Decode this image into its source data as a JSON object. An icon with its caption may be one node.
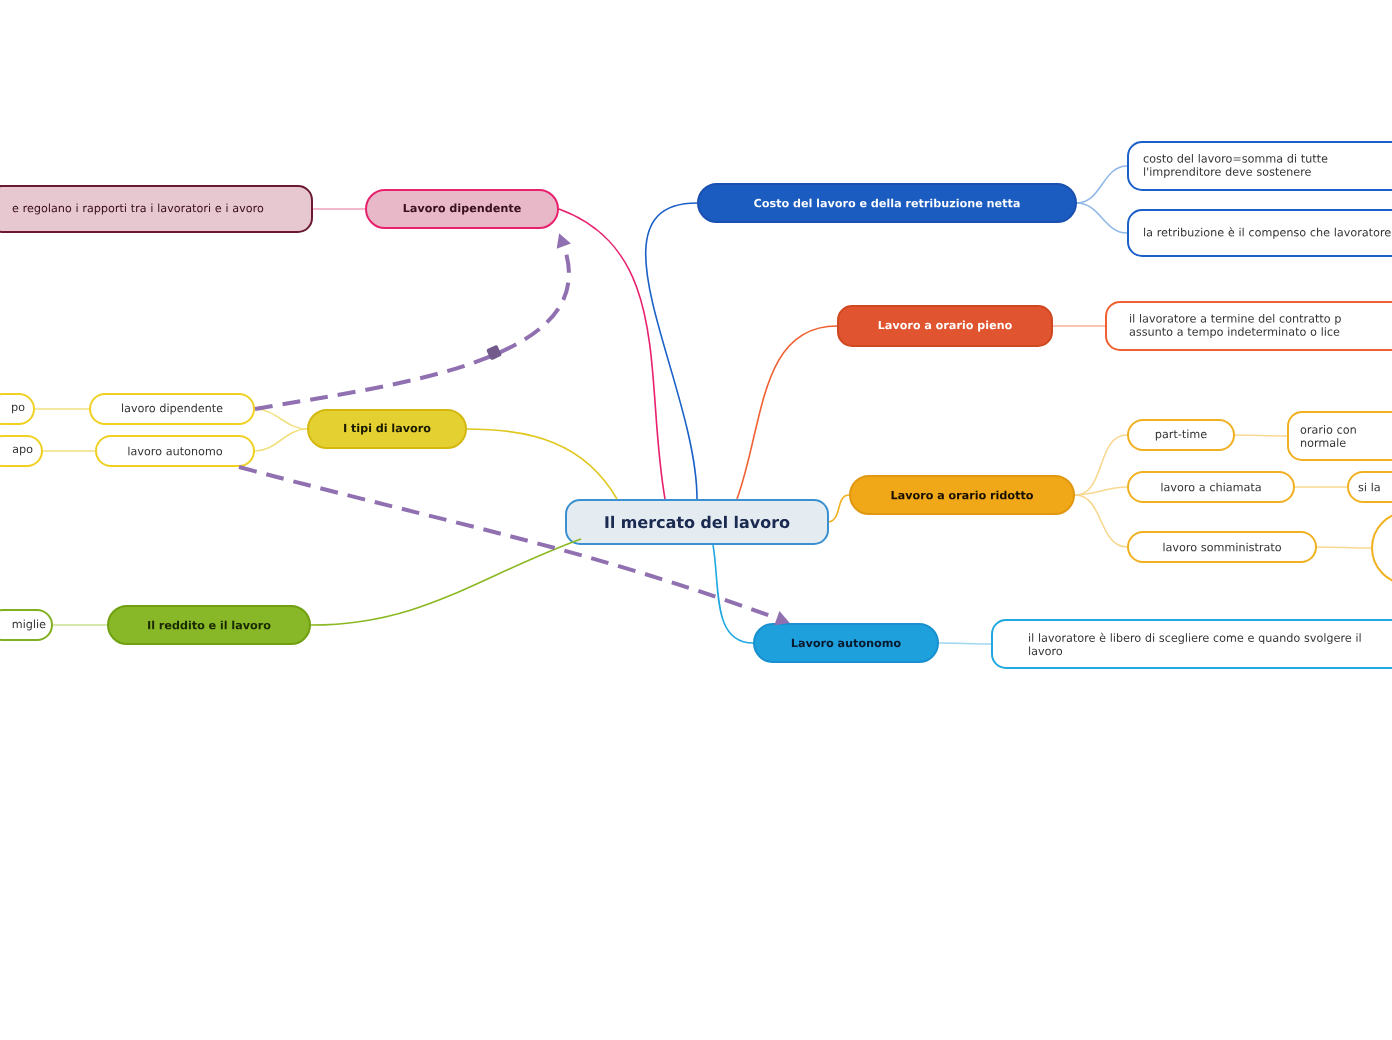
{
  "diagram": {
    "nodes": [
      {
        "text": [
          "Il mercato del lavoro"
        ]
      },
      {
        "text": [
          "Lavoro dipendente"
        ]
      },
      {
        "text": [
          "e regolano i rapporti tra i lavoratori e i avoro"
        ]
      },
      {
        "text": [
          "I tipi di lavoro"
        ]
      },
      {
        "text": [
          "lavoro dipendente"
        ]
      },
      {
        "text": [
          "po"
        ]
      },
      {
        "text": [
          "lavoro autonomo"
        ]
      },
      {
        "text": [
          "apo"
        ]
      },
      {
        "text": [
          "Il reddito e il lavoro"
        ]
      },
      {
        "text": [
          "miglie"
        ]
      },
      {
        "text": [
          "Costo del lavoro e della retribuzione netta"
        ]
      },
      {
        "text": [
          "costo del lavoro=somma di tutte l'imprenditore deve sostenere"
        ]
      },
      {
        "text": [
          "la retribuzione è il compenso che lavoratore"
        ]
      },
      {
        "text": [
          "Lavoro a orario pieno"
        ]
      },
      {
        "text": [
          "il lavoratore a termine del contratto p assunto a tempo indeterminato o lice"
        ]
      },
      {
        "text": [
          "Lavoro a orario ridotto"
        ]
      },
      {
        "text": [
          "part-time"
        ]
      },
      {
        "text": [
          "orario con normale"
        ]
      },
      {
        "text": [
          "lavoro a chiamata"
        ]
      },
      {
        "text": [
          "si la"
        ]
      },
      {
        "text": [
          "lavoro somministrato"
        ]
      },
      {
        "text": [],
        "shape": "circle"
      },
      {
        "text": [
          "Lavoro autonomo"
        ]
      },
      {
        "text": [
          "il lavoratore è libero di scegliere come e quando svolgere il lavoro"
        ]
      }
    ],
    "edges": [
      {
        "from": 0,
        "to": 1,
        "arrow": "none",
        "color": "#e8206e"
      },
      {
        "from": 1,
        "to": 2,
        "arrow": "none",
        "color": "#f0a0b8"
      },
      {
        "from": 0,
        "to": 3,
        "arrow": "none",
        "color": "#e0c820"
      },
      {
        "from": 3,
        "to": 4,
        "arrow": "none",
        "color": "#f0e080"
      },
      {
        "from": 4,
        "to": 5,
        "arrow": "none",
        "color": "#f0e080"
      },
      {
        "from": 3,
        "to": 6,
        "arrow": "none",
        "color": "#f0e080"
      },
      {
        "from": 6,
        "to": 7,
        "arrow": "none",
        "color": "#f0e080"
      },
      {
        "from": 0,
        "to": 8,
        "arrow": "none",
        "color": "#8ab820"
      },
      {
        "from": 8,
        "to": 9,
        "arrow": "none",
        "color": "#c8e090"
      },
      {
        "from": 0,
        "to": 10,
        "arrow": "none",
        "color": "#1a60c8"
      },
      {
        "from": 10,
        "to": 11,
        "arrow": "none",
        "color": "#90b8e8"
      },
      {
        "from": 10,
        "to": 12,
        "arrow": "none",
        "color": "#90b8e8"
      },
      {
        "from": 0,
        "to": 13,
        "arrow": "none",
        "color": "#f06030"
      },
      {
        "from": 13,
        "to": 14,
        "arrow": "none",
        "color": "#f8b098"
      },
      {
        "from": 0,
        "to": 15,
        "arrow": "none",
        "color": "#f0b020"
      },
      {
        "from": 15,
        "to": 16,
        "arrow": "none",
        "color": "#f8d890"
      },
      {
        "from": 16,
        "to": 17,
        "arrow": "none",
        "color": "#f8d890"
      },
      {
        "from": 15,
        "to": 18,
        "arrow": "none",
        "color": "#f8d890"
      },
      {
        "from": 18,
        "to": 19,
        "arrow": "none",
        "color": "#f8d890"
      },
      {
        "from": 15,
        "to": 20,
        "arrow": "none",
        "color": "#f8d890"
      },
      {
        "from": 20,
        "to": 21,
        "arrow": "none",
        "color": "#f8d890"
      },
      {
        "from": 0,
        "to": 22,
        "arrow": "none",
        "color": "#20a8e0"
      },
      {
        "from": 22,
        "to": 23,
        "arrow": "none",
        "color": "#a0d8f0"
      },
      {
        "from": 4,
        "to": 1,
        "arrow": "to",
        "style": "dashed",
        "color": "#9070b0"
      },
      {
        "from": 6,
        "to": 22,
        "arrow": "to",
        "style": "dashed",
        "color": "#9070b0"
      }
    ]
  }
}
